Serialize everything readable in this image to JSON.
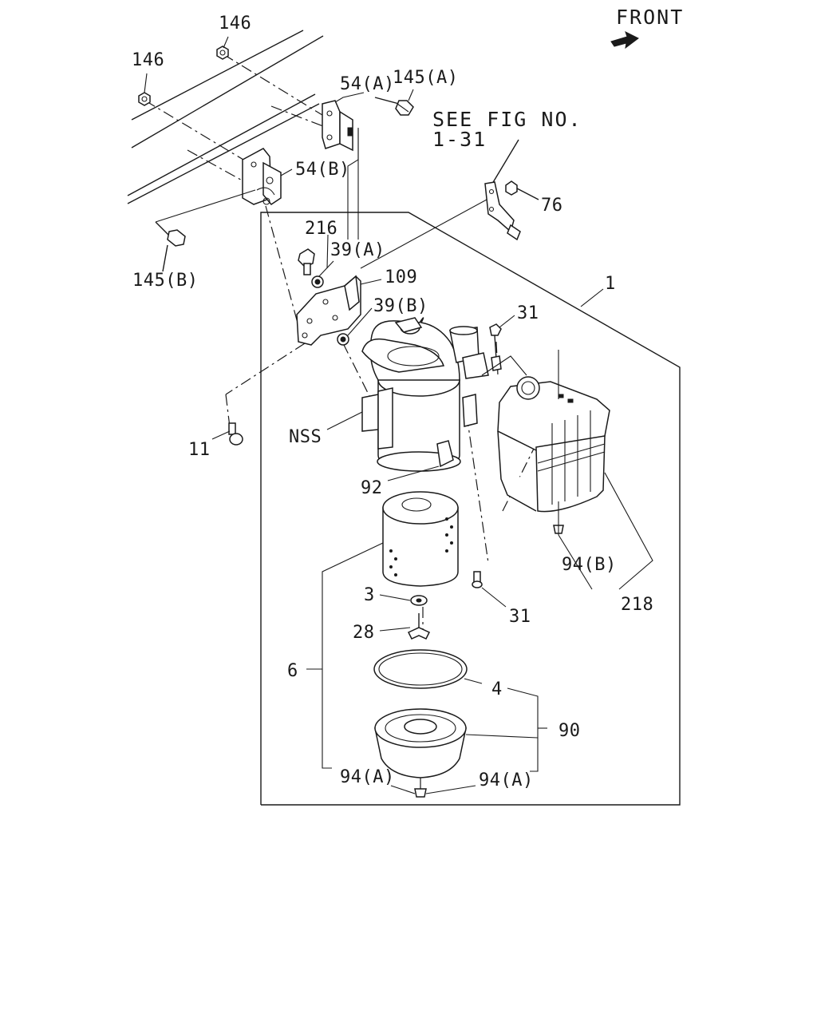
{
  "orientation": {
    "label": "FRONT",
    "arrow_icon": "front-arrow-icon"
  },
  "reference_note": {
    "line1": "SEE FIG NO.",
    "line2": "1-31"
  },
  "callouts": {
    "c146_top": "146",
    "c146_left": "146",
    "c54a": "54(A)",
    "c145a": "145(A)",
    "c54b": "54(B)",
    "c76": "76",
    "c145b": "145(B)",
    "c216": "216",
    "c39a": "39(A)",
    "c109": "109",
    "c39b": "39(B)",
    "c1": "1",
    "c31_top": "31",
    "c11": "11",
    "cnss": "NSS",
    "c92": "92",
    "c94b": "94(B)",
    "c218": "218",
    "c3": "3",
    "c31_bottom": "31",
    "c28": "28",
    "c6": "6",
    "c4": "4",
    "c90": "90",
    "c94a_left": "94(A)",
    "c94a_right": "94(A)"
  }
}
